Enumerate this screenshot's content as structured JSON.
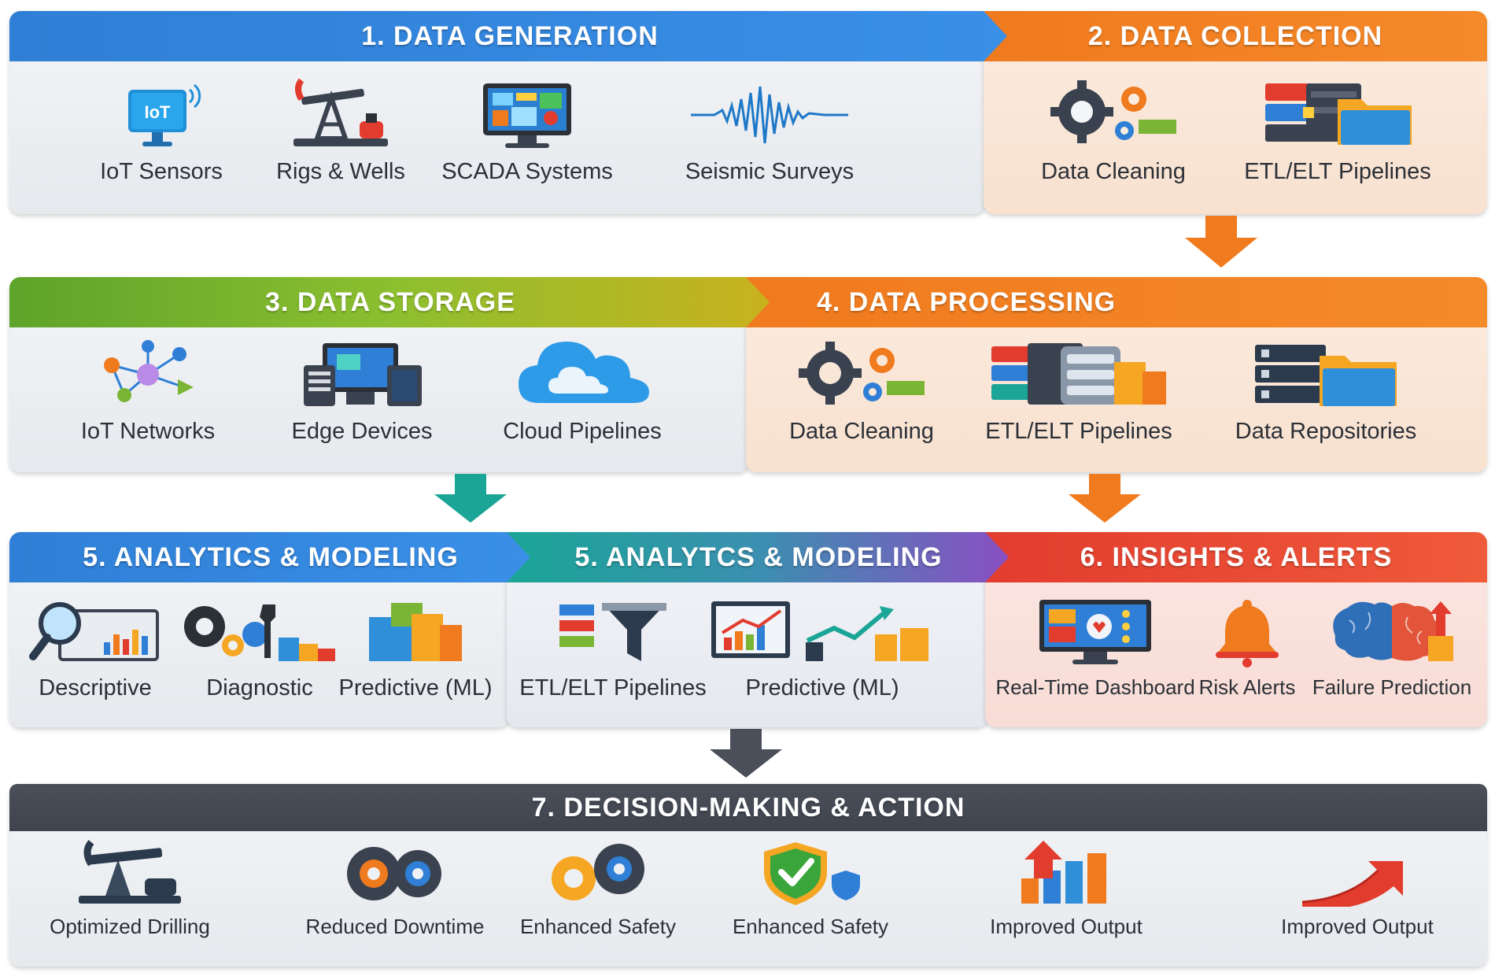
{
  "stages": {
    "s1": {
      "title": "1. DATA GENERATION",
      "items": [
        "IoT Sensors",
        "Rigs & Wells",
        "SCADA Systems",
        "Seismic Surveys"
      ],
      "iot_badge": "IoT"
    },
    "s2": {
      "title": "2. DATA COLLECTION",
      "items": [
        "Data Cleaning",
        "ETL/ELT Pipelines"
      ]
    },
    "s3": {
      "title": "3. DATA STORAGE",
      "items": [
        "IoT Networks",
        "Edge Devices",
        "Cloud Pipelines"
      ]
    },
    "s4": {
      "title": "4. DATA PROCESSING",
      "items": [
        "Data Cleaning",
        "ETL/ELT Pipelines",
        "Data Repositories"
      ]
    },
    "s5a": {
      "title": "5. ANALYTICS & MODELING",
      "items": [
        "Descriptive",
        "Diagnostic",
        "Predictive (ML)"
      ]
    },
    "s5b": {
      "title": "5. ANALYTCS & MODELING",
      "items": [
        "ETL/ELT Pipelines",
        "Predictive (ML)"
      ]
    },
    "s6": {
      "title": "6. INSIGHTS & ALERTS",
      "items": [
        "Real-Time Dashboard",
        "Risk Alerts",
        "Failure Prediction"
      ]
    },
    "s7": {
      "title": "7. DECISION-MAKING & ACTION",
      "items": [
        "Optimized Drilling",
        "Reduced Downtime",
        "Enhanced Safety",
        "Enhanced Safety",
        "Improved Output",
        "Improved Output"
      ]
    }
  },
  "colors": {
    "blue": "#2f7fd6",
    "orange": "#f07a1e",
    "green": "#7bb536",
    "teal": "#1aa596",
    "purple": "#8a4fc2",
    "red": "#e23c2f",
    "dark": "#4a4f5a"
  },
  "icons": [
    "iot-sensor-icon",
    "oil-pump-icon",
    "scada-monitor-icon",
    "seismic-wave-icon",
    "gears-icon",
    "server-folder-icon",
    "network-icon",
    "edge-devices-icon",
    "cloud-icon",
    "folder-icon",
    "magnifier-chart-icon",
    "funnel-icon",
    "growth-chart-icon",
    "dashboard-icon",
    "bell-icon",
    "brain-icon",
    "shield-check-icon",
    "bar-arrow-icon"
  ]
}
